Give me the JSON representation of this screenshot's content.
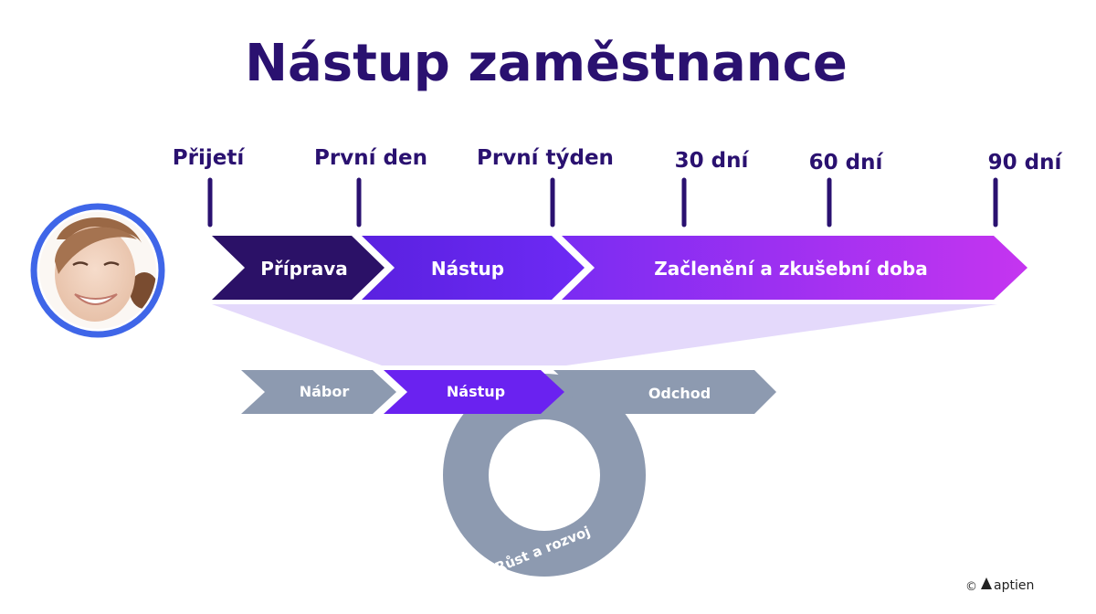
{
  "title": "Nástup zaměstnance",
  "milestones": [
    "Přijetí",
    "První den",
    "První týden",
    "30 dní",
    "60 dní",
    "90 dní"
  ],
  "phases": [
    "Příprava",
    "Nástup",
    "Začlenění a zkušební doba"
  ],
  "lifecycle": {
    "steps": [
      "Nábor",
      "Nástup",
      "Odchod"
    ],
    "loop_label": "Růst a rozvoj"
  },
  "footer": {
    "copyright": "©",
    "brand": "aptien"
  },
  "colors": {
    "title": "#2a1170",
    "milestone": "#2a1170",
    "phase_dark": "#2b1167",
    "phase_mid_start": "#5a21e0",
    "phase_mid_end": "#6e2af5",
    "phase_bright_start": "#7a2cf2",
    "phase_bright_end": "#c535f0",
    "funnel": "#e4d9fb",
    "gray": "#8d9ab0",
    "active": "#6a22f0"
  },
  "icons": [
    "employee-avatar",
    "aptien-logo-icon"
  ]
}
